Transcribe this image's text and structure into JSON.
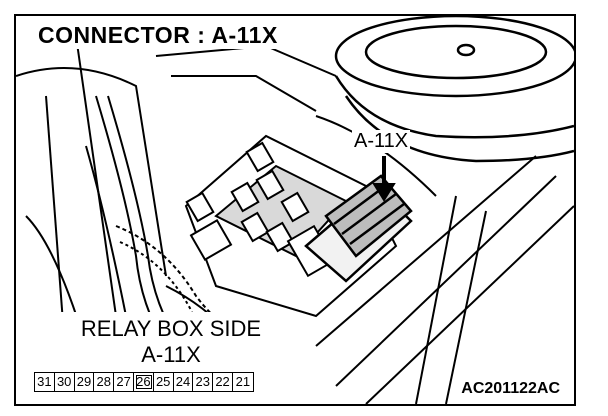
{
  "figure": {
    "title": "CONNECTOR : A-11X",
    "callout_label": "A-11X",
    "side_title": "RELAY BOX SIDE",
    "side_connector": "A-11X",
    "pins": [
      "31",
      "30",
      "29",
      "28",
      "27",
      "26",
      "25",
      "24",
      "23",
      "22",
      "21"
    ],
    "highlighted_pin": "26",
    "figure_code": "AC201122AC"
  }
}
